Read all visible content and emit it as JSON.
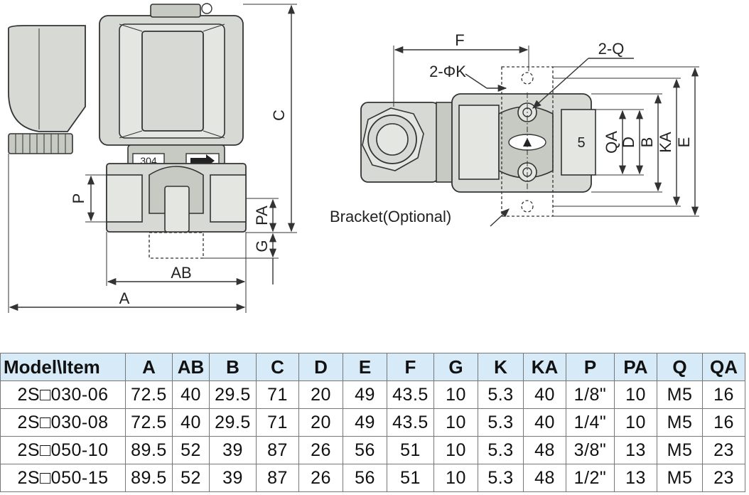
{
  "labels": {
    "front": {
      "c": "C",
      "p": "P",
      "pa": "PA",
      "g": "G",
      "ab": "AB",
      "a": "A",
      "material": "304"
    },
    "top": {
      "f": "F",
      "q": "2-Q",
      "k": "2-ΦK",
      "port_number": "5",
      "qa": "QA",
      "d": "D",
      "b": "B",
      "ka": "KA",
      "e": "E",
      "bracket": "Bracket(Optional)"
    }
  },
  "table": {
    "columns": [
      "Model\\Item",
      "A",
      "AB",
      "B",
      "C",
      "D",
      "E",
      "F",
      "G",
      "K",
      "KA",
      "P",
      "PA",
      "Q",
      "QA"
    ],
    "rows": [
      [
        "2S□030-06",
        "72.5",
        "40",
        "29.5",
        "71",
        "20",
        "49",
        "43.5",
        "10",
        "5.3",
        "40",
        "1/8\"",
        "10",
        "M5",
        "16"
      ],
      [
        "2S□030-08",
        "72.5",
        "40",
        "29.5",
        "71",
        "20",
        "49",
        "43.5",
        "10",
        "5.3",
        "40",
        "1/4\"",
        "10",
        "M5",
        "16"
      ],
      [
        "2S□050-10",
        "89.5",
        "52",
        "39",
        "87",
        "26",
        "56",
        "51",
        "10",
        "5.3",
        "48",
        "3/8\"",
        "13",
        "M5",
        "23"
      ],
      [
        "2S□050-15",
        "89.5",
        "52",
        "39",
        "87",
        "26",
        "56",
        "51",
        "10",
        "5.3",
        "48",
        "1/2\"",
        "13",
        "M5",
        "23"
      ]
    ]
  }
}
